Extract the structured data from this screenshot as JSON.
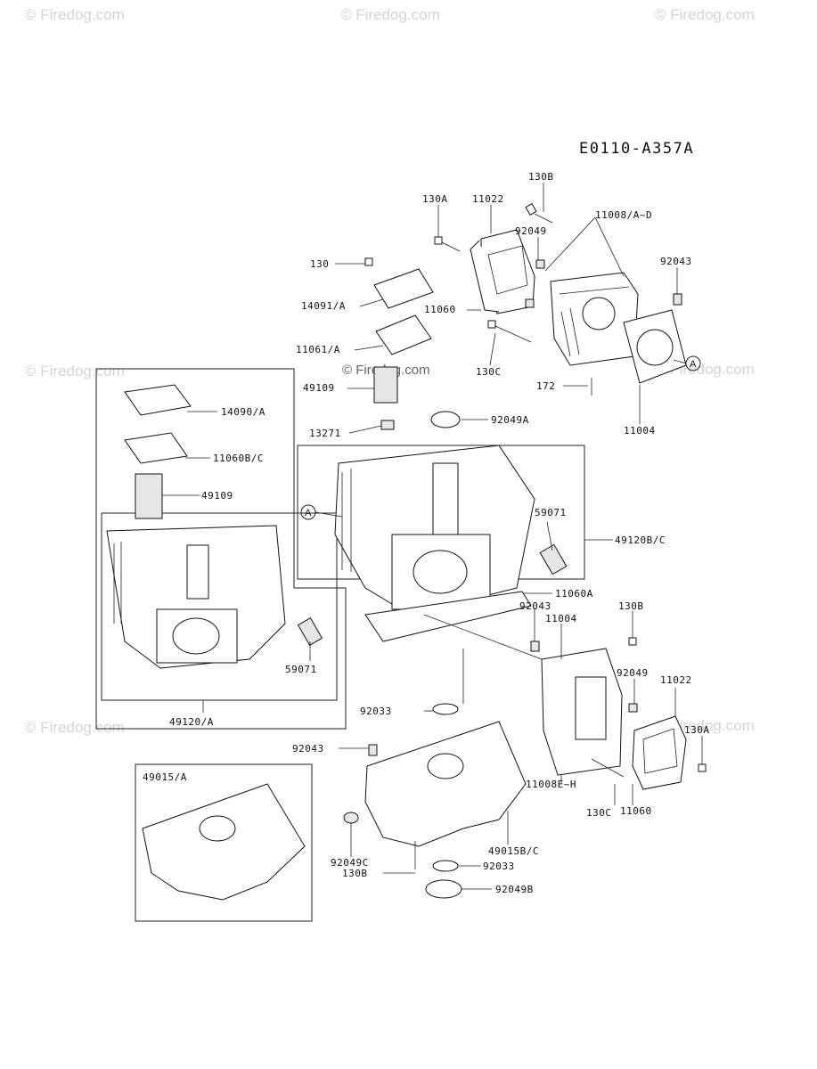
{
  "diagram": {
    "reference_code": "E0110-A357A",
    "watermark_text": "© Firedog.com",
    "center_watermark": "© Firedog.com",
    "labels": {
      "l_130b_top": "130B",
      "l_130a_top": "130A",
      "l_11022_top": "11022",
      "l_92049_top": "92049",
      "l_11008_ad": "11008/A~D",
      "l_92043_top": "92043",
      "l_130": "130",
      "l_14091a": "14091/A",
      "l_11060_top": "11060",
      "l_11061a": "11061/A",
      "l_130c_top": "130C",
      "l_172": "172",
      "l_11004_top": "11004",
      "l_49109_top": "49109",
      "l_92049a": "92049A",
      "l_13271": "13271",
      "l_14090a": "14090/A",
      "l_11060bc": "11060B/C",
      "l_49109_left": "49109",
      "l_59071_right": "59071",
      "l_49120bc": "49120B/C",
      "l_11060a": "11060A",
      "l_92043_mid": "92043",
      "l_11004_mid": "11004",
      "l_130b_mid": "130B",
      "l_59071_left": "59071",
      "l_49120a": "49120/A",
      "l_92049_right": "92049",
      "l_11022_right": "11022",
      "l_92033_top": "92033",
      "l_92043_low": "92043",
      "l_130a_right": "130A",
      "l_49015a": "49015/A",
      "l_11008eh": "11008E~H",
      "l_130c_low": "130C",
      "l_11060_low": "11060",
      "l_49015bc": "49015B/C",
      "l_92049c": "92049C",
      "l_130b_low": "130B",
      "l_92033_low": "92033",
      "l_92049b": "92049B"
    },
    "callout_marks": [
      "A",
      "A"
    ]
  }
}
